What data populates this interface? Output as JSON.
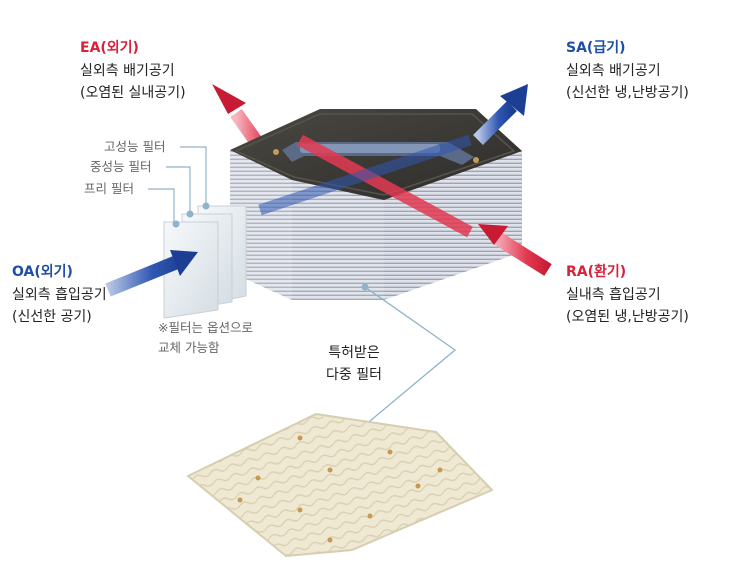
{
  "labels": {
    "ea": {
      "code": "EA(외기)",
      "line1": "실외측 배기공기",
      "line2": "(오염된 실내공기)"
    },
    "sa": {
      "code": "SA(급기)",
      "line1": "실외측 배기공기",
      "line2": "(신선한 냉,난방공기)"
    },
    "oa": {
      "code": "OA(외기)",
      "line1": "실외측 흡입공기",
      "line2": "(신선한 공기)"
    },
    "ra": {
      "code": "RA(환기)",
      "line1": "실내측 흡입공기",
      "line2": "(오염된 냉,난방공기)"
    }
  },
  "filters": {
    "high": "고성능 필터",
    "medium": "중성능 필터",
    "pre": "프리 필터",
    "note_line1": "※필터는 옵션으로",
    "note_line2": "교체 가능함"
  },
  "patent": {
    "line1": "특허받은",
    "line2": "다중 필터"
  },
  "colors": {
    "red": "#d9213b",
    "blue": "#1f4fa3",
    "leader": "#8fb3c8",
    "unit_top": "#3a3833",
    "unit_side": "#c9ccd6"
  }
}
